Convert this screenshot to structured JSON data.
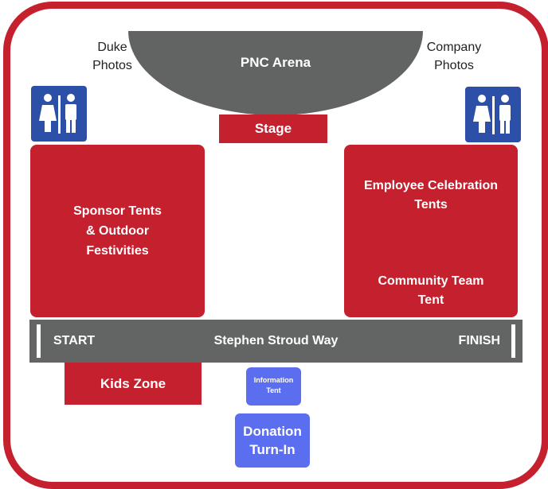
{
  "map": {
    "arena_label": "PNC Arena",
    "stage_label": "Stage",
    "duke_photos": [
      "Duke",
      "Photos"
    ],
    "company_photos": [
      "Company",
      "Photos"
    ],
    "sponsor_area": "Sponsor Tents & Outdoor Festivities",
    "employee_area": "Employee Celebration Tents",
    "community_area": "Community Team Tent",
    "road": {
      "start": "START",
      "name": "Stephen Stroud Way",
      "finish": "FINISH"
    },
    "kids_zone": "Kids Zone",
    "info_tent": "Information Tent",
    "donation": "Donation Turn-In",
    "restroom_icon": "restroom-icon",
    "colors": {
      "red": "#c5202e",
      "gray": "#626464",
      "blue": "#5b6ef0",
      "restroom_blue": "#2c4fa8"
    }
  }
}
